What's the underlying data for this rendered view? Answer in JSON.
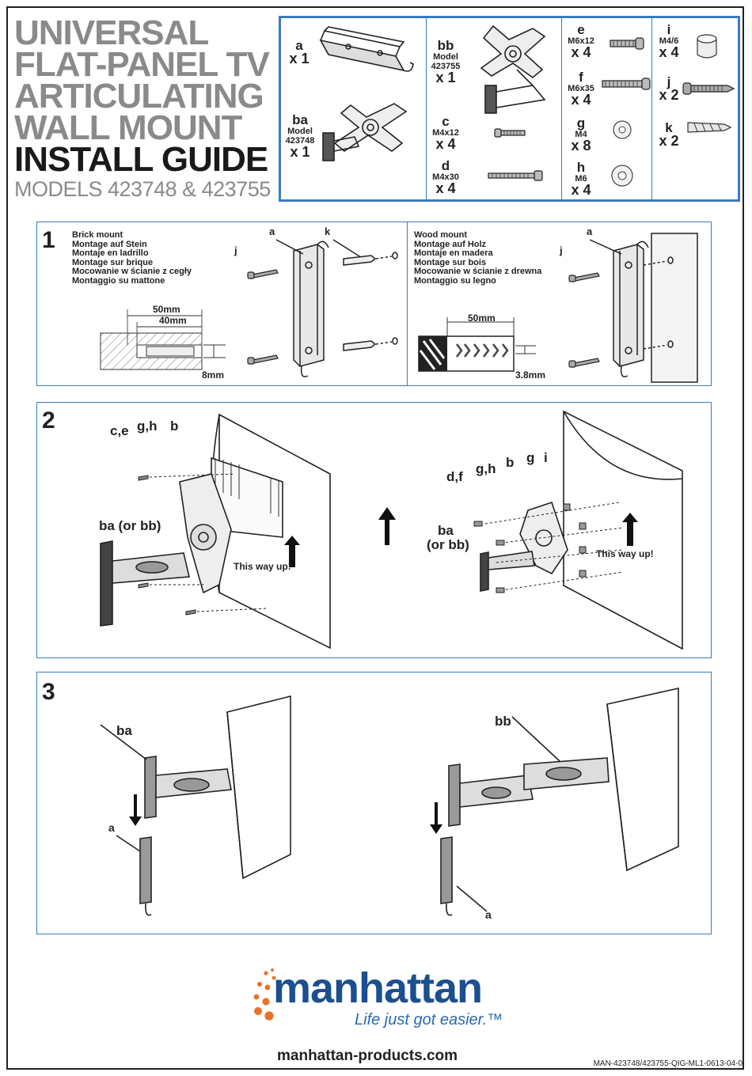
{
  "header": {
    "title_line1": "UNIVERSAL",
    "title_line2": "FLAT-PANEL TV",
    "title_line3": "ARTICULATING",
    "title_line4": "WALL MOUNT",
    "title_line5": "INSTALL GUIDE",
    "models": "MODELS 423748 & 423755"
  },
  "parts": {
    "a": {
      "code": "a",
      "qty": "x 1"
    },
    "ba": {
      "code": "ba",
      "spec": "Model",
      "model": "423748",
      "qty": "x 1"
    },
    "bb": {
      "code": "bb",
      "spec": "Model",
      "model": "423755",
      "qty": "x 1"
    },
    "c": {
      "code": "c",
      "spec": "M4x12",
      "qty": "x 4"
    },
    "d": {
      "code": "d",
      "spec": "M4x30",
      "qty": "x 4"
    },
    "e": {
      "code": "e",
      "spec": "M6x12",
      "qty": "x 4"
    },
    "f": {
      "code": "f",
      "spec": "M6x35",
      "qty": "x 4"
    },
    "g": {
      "code": "g",
      "spec": "M4",
      "qty": "x 8"
    },
    "h": {
      "code": "h",
      "spec": "M6",
      "qty": "x 4"
    },
    "i": {
      "code": "i",
      "spec": "M4/6",
      "qty": "x 4"
    },
    "j": {
      "code": "j",
      "qty": "x 2"
    },
    "k": {
      "code": "k",
      "qty": "x 2"
    }
  },
  "step1": {
    "number": "1",
    "brick_lines": [
      "Brick mount",
      "Montage auf Stein",
      "Montaje en ladrillo",
      "Montage sur brique",
      "Mocowanie w ścianie z cegły",
      "Montaggio su mattone"
    ],
    "wood_lines": [
      "Wood mount",
      "Montage auf Holz",
      "Montaje en madera",
      "Montage sur bois",
      "Mocowanie w ścianie z drewna",
      "Montaggio su legno"
    ],
    "brick_dim_outer": "50mm",
    "brick_dim_inner": "40mm",
    "brick_dim_dia": "8mm",
    "wood_dim": "50mm",
    "wood_dim_dia": "3.8mm",
    "label_a": "a",
    "label_j": "j",
    "label_k": "k"
  },
  "step2": {
    "number": "2",
    "left_labels": {
      "ce": "c,e",
      "gh": "g,h",
      "b": "b",
      "ba": "ba (or bb)"
    },
    "right_labels": {
      "df": "d,f",
      "gh": "g,h",
      "b": "b",
      "g": "g",
      "i": "i",
      "ba": "ba",
      "orbb": "(or bb)"
    },
    "up_text": "This way up!"
  },
  "step3": {
    "number": "3",
    "label_ba": "ba",
    "label_bb": "bb",
    "label_a": "a"
  },
  "footer": {
    "brand": "manhattan",
    "tagline": "Life just got easier.™",
    "website": "manhattan-products.com",
    "doc_id": "MAN-423748/423755-QIG-ML1-0613-04-0"
  },
  "colors": {
    "accent": "#3a7cc0",
    "brand_blue": "#1b4f8f",
    "brand_orange": "#e8722a",
    "title_grey": "#8a8a8a"
  }
}
